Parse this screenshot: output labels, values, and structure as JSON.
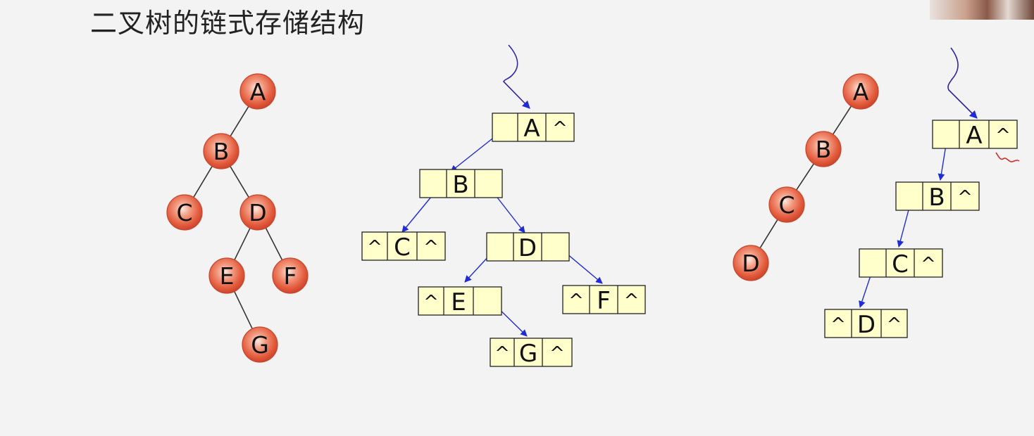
{
  "title": "二叉树的链式存储结构",
  "colors": {
    "node_fill": "#e35a3c",
    "node_stroke": "#c7452b",
    "edge": "#333333",
    "cell_fill": "#ffffcc",
    "cell_stroke": "#222222",
    "pointer": "#1f2bd6",
    "annotation": "#2c24a8",
    "mark": "#d42a2a"
  },
  "tree_left": {
    "nodes": [
      "A",
      "B",
      "C",
      "D",
      "E",
      "F",
      "G"
    ],
    "edges": [
      [
        "A",
        "B"
      ],
      [
        "B",
        "C"
      ],
      [
        "B",
        "D"
      ],
      [
        "D",
        "E"
      ],
      [
        "D",
        "F"
      ],
      [
        "E",
        "G"
      ]
    ]
  },
  "linked_left": {
    "null_symbol": "^",
    "nodes": [
      {
        "data": "A",
        "left": "",
        "right": "^"
      },
      {
        "data": "B",
        "left": "",
        "right": ""
      },
      {
        "data": "C",
        "left": "^",
        "right": "^"
      },
      {
        "data": "D",
        "left": "",
        "right": ""
      },
      {
        "data": "E",
        "left": "^",
        "right": ""
      },
      {
        "data": "F",
        "left": "^",
        "right": "^"
      },
      {
        "data": "G",
        "left": "^",
        "right": "^"
      }
    ],
    "pointers": [
      [
        "A",
        "B"
      ],
      [
        "B",
        "C"
      ],
      [
        "B",
        "D"
      ],
      [
        "D",
        "E"
      ],
      [
        "D",
        "F"
      ],
      [
        "E",
        "G"
      ]
    ]
  },
  "tree_right": {
    "nodes": [
      "A",
      "B",
      "C",
      "D"
    ],
    "edges": [
      [
        "A",
        "B"
      ],
      [
        "B",
        "C"
      ],
      [
        "C",
        "D"
      ]
    ]
  },
  "linked_right": {
    "null_symbol": "^",
    "nodes": [
      {
        "data": "A",
        "left": "",
        "right": "^"
      },
      {
        "data": "B",
        "left": "",
        "right": "^"
      },
      {
        "data": "C",
        "left": "",
        "right": "^"
      },
      {
        "data": "D",
        "left": "^",
        "right": "^"
      }
    ],
    "pointers": [
      [
        "A",
        "B"
      ],
      [
        "B",
        "C"
      ],
      [
        "C",
        "D"
      ]
    ]
  }
}
